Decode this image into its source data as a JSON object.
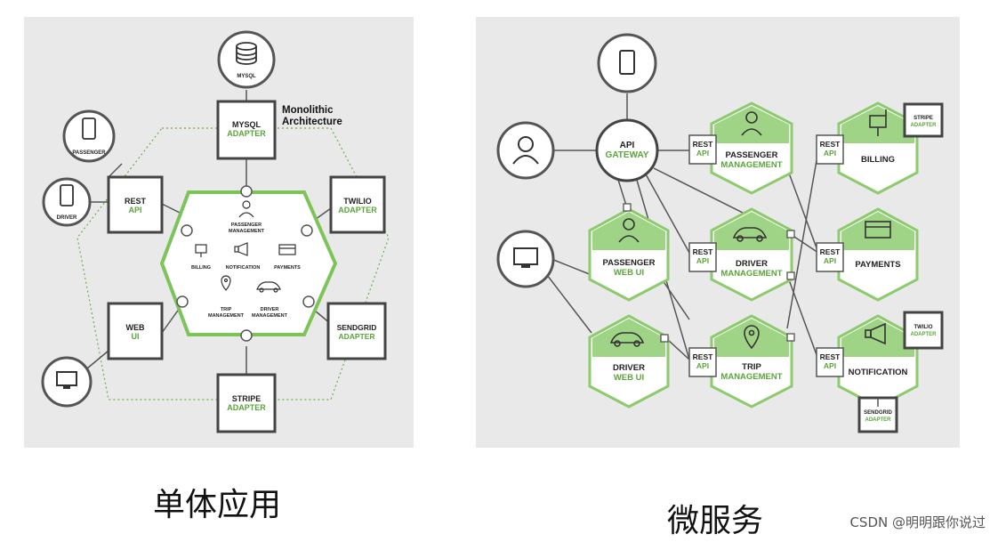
{
  "monolith": {
    "title_line1": "Monolithic",
    "title_line2": "Architecture",
    "mysql": "MYSQL",
    "mysql_adapter": [
      "MYSQL",
      "ADAPTER"
    ],
    "passenger": "PASSENGER",
    "driver": "DRIVER",
    "rest_api": [
      "REST",
      "API"
    ],
    "web_ui": [
      "WEB",
      "UI"
    ],
    "twilio_adapter": [
      "TWILIO",
      "ADAPTER"
    ],
    "sendgrid_adapter": [
      "SENDGRID",
      "ADAPTER"
    ],
    "stripe_adapter": [
      "STRIPE",
      "ADAPTER"
    ],
    "core": {
      "passenger_management": [
        "PASSENGER",
        "MANAGEMENT"
      ],
      "billing": "BILLING",
      "notification": "NOTIFICATION",
      "payments": "PAYMENTS",
      "trip_management": [
        "TRIP",
        "MANAGEMENT"
      ],
      "driver_management": [
        "DRIVER",
        "MANAGEMENT"
      ]
    }
  },
  "microservices": {
    "api_gateway": [
      "API",
      "GATEWAY"
    ],
    "rest_api": [
      "REST",
      "API"
    ],
    "passenger_management": [
      "PASSENGER",
      "MANAGEMENT"
    ],
    "driver_management": [
      "DRIVER",
      "MANAGEMENT"
    ],
    "trip_management": [
      "TRIP",
      "MANAGEMENT"
    ],
    "passenger_web_ui": [
      "PASSENGER",
      "WEB UI"
    ],
    "driver_web_ui": [
      "DRIVER",
      "WEB UI"
    ],
    "billing": "BILLING",
    "payments": "PAYMENTS",
    "notification": "NOTIFICATION",
    "stripe_adapter": [
      "STRIPE",
      "ADAPTER"
    ],
    "twilio_adapter": [
      "TWILIO",
      "ADAPTER"
    ],
    "sendgrid_adapter": [
      "SENDGRID",
      "ADAPTER"
    ]
  },
  "captions": {
    "left": "单体应用",
    "right": "微服务"
  },
  "watermark": "CSDN @明明跟你说过",
  "colors": {
    "green": "#6ab04c",
    "green_fill": "#a4d68f",
    "dark": "#222222",
    "panel": "#e9e9e9"
  }
}
